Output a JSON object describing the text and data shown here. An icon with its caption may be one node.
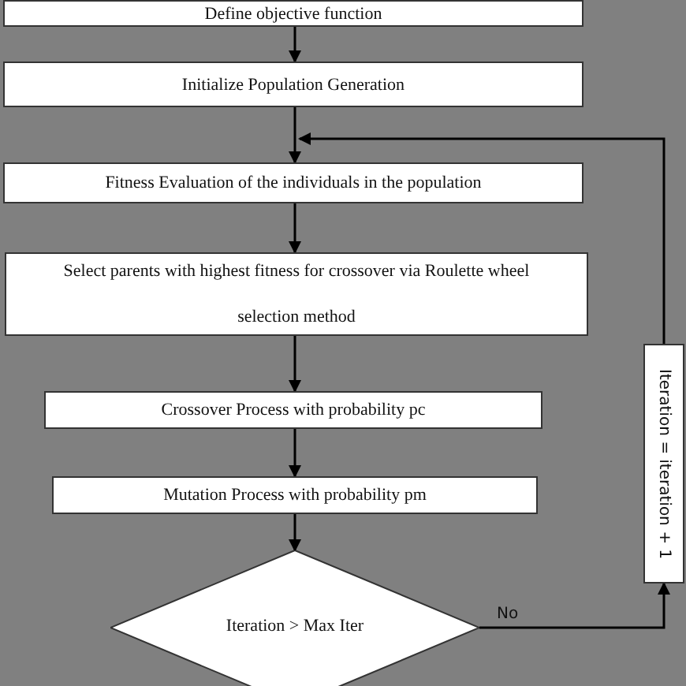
{
  "diagram": {
    "nodes": [
      {
        "text": [
          "Define objective function"
        ]
      },
      {
        "text": [
          "Initialize Population Generation"
        ]
      },
      {
        "text": [
          "Fitness Evaluation of the individuals in the population"
        ]
      },
      {
        "text": [
          "Select parents with highest fitness for crossover via Roulette wheel selection method"
        ]
      },
      {
        "text": [
          "Crossover Process with probability pc"
        ]
      },
      {
        "text": [
          "Mutation Process with probability pm"
        ]
      },
      {
        "text": [
          "Iteration > Max Iter"
        ]
      },
      {
        "text": [
          "Iteration = iteration + 1"
        ]
      }
    ],
    "edges": [
      {
        "from": 0,
        "to": 1,
        "arrow": "to"
      },
      {
        "from": 1,
        "to": 2,
        "arrow": "to"
      },
      {
        "from": 2,
        "to": 3,
        "arrow": "to"
      },
      {
        "from": 3,
        "to": 4,
        "arrow": "to"
      },
      {
        "from": 4,
        "to": 5,
        "arrow": "to"
      },
      {
        "from": 5,
        "to": 6,
        "arrow": "to"
      },
      {
        "from": 6,
        "to": 7,
        "label": "No",
        "arrow": "to"
      },
      {
        "from": 7,
        "to": 2,
        "arrow": "to"
      }
    ]
  }
}
